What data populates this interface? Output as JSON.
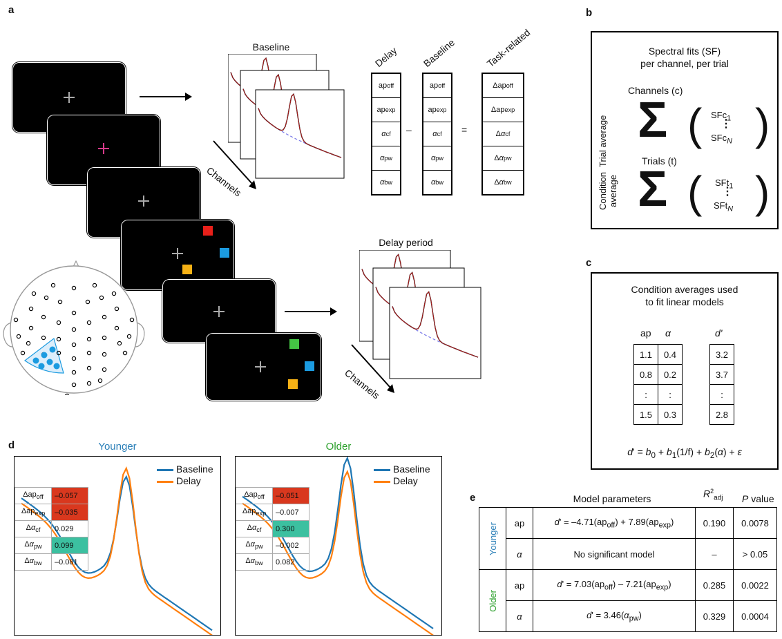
{
  "panels": {
    "a": "a",
    "b": "b",
    "c": "c",
    "d": "d",
    "e": "e"
  },
  "colors": {
    "younger": "#2a7fb8",
    "older": "#2ca02c",
    "baseline": "#1f77b4",
    "delay": "#ff7f0e",
    "red": "#d9381e",
    "teal": "#3cc0a0",
    "magenta": "#d63a8a",
    "gray": "#aaaaaa",
    "blue_sq": "#1b9be0",
    "yellow_sq": "#f5b115",
    "green_sq": "#44c444",
    "red_sq": "#e8201a"
  },
  "panel_a": {
    "baseline_title": "Baseline",
    "delay_title": "Delay period",
    "channels_label": "Channels",
    "col_headers": [
      "Delay",
      "Baseline",
      "Task-related"
    ],
    "minus": "–",
    "equals": "=",
    "delay_cells": [
      "ap_off",
      "ap_exp",
      "α_cf",
      "α_pw",
      "α_bw"
    ],
    "task_cells": [
      "Δap_off",
      "Δap_exp",
      "Δα_cf",
      "Δα_pw",
      "Δα_bw"
    ]
  },
  "panel_b": {
    "title_line1": "Spectral fits (SF)",
    "title_line2": "per channel, per trial",
    "trial_avg": "Trial average",
    "channels_label": "Channels (c)",
    "sfc_top": "SFc1",
    "sfc_bottom": "SFcN",
    "cond_avg": "Condition average",
    "trials_label": "Trials (t)",
    "sft_top": "SFt1",
    "sft_bottom": "SFtN"
  },
  "panel_c": {
    "title_line1": "Condition averages used",
    "title_line2": "to fit linear models",
    "col_ap": "ap",
    "col_alpha": "α",
    "col_d": "d'",
    "ap": [
      "1.1",
      "0.8",
      ":",
      "1.5"
    ],
    "alpha": [
      "0.4",
      "0.2",
      ":",
      "0.3"
    ],
    "d": [
      "3.2",
      "3.7",
      ":",
      "2.8"
    ],
    "equation": "d' = b0 + b1(1/f) + b2(α) + ε"
  },
  "panel_d": {
    "younger_title": "Younger",
    "older_title": "Older",
    "legend_baseline": "Baseline",
    "legend_delay": "Delay",
    "labels": [
      "Δap_off",
      "Δap_exp",
      "Δα_cf",
      "Δα_pw",
      "Δα_bw"
    ],
    "younger_values": [
      "–0.057",
      "–0.035",
      "0.029",
      "0.099",
      "–0.081"
    ],
    "older_values": [
      "–0.051",
      "–0.007",
      "0.300",
      "–0.002",
      "0.082"
    ]
  },
  "panel_e": {
    "header_params": "Model parameters",
    "header_r2": "R²adj",
    "header_p": "P value",
    "group_younger": "Younger",
    "group_older": "Older",
    "rows": [
      {
        "param": "ap",
        "model": "d' = –4.71(ap_off) + 7.89(ap_exp)",
        "r2": "0.190",
        "p": "0.0078"
      },
      {
        "param": "α",
        "model": "No significant model",
        "r2": "–",
        "p": "> 0.05"
      },
      {
        "param": "ap",
        "model": "d' = 7.03(ap_off) – 7.21(ap_exp)",
        "r2": "0.285",
        "p": "0.0022"
      },
      {
        "param": "α",
        "model": "d' = 3.46(α_pw)",
        "r2": "0.329",
        "p": "0.0004"
      }
    ]
  }
}
